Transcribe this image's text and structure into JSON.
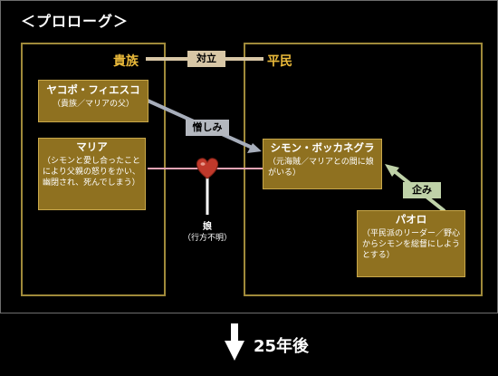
{
  "header": {
    "title": "＜プロローグ＞"
  },
  "groups": {
    "nobles": {
      "label": "貴族"
    },
    "commoners": {
      "label": "平民"
    }
  },
  "relations": {
    "conflict": "対立",
    "hatred": "憎しみ",
    "scheme": "企み"
  },
  "characters": {
    "jacopo": {
      "name": "ヤコポ・フィエスコ",
      "desc": "（貴族／マリアの父）"
    },
    "maria": {
      "name": "マリア",
      "desc": "（シモンと愛し合ったことにより父親の怒りをかい、幽閉され、死んでしまう）"
    },
    "simon": {
      "name": "シモン・ボッカネグラ",
      "desc": "（元海賊／マリアとの間に娘がいる）"
    },
    "paolo": {
      "name": "パオロ",
      "desc": "（平民派のリーダー／野心からシモンを総督にしようとする）"
    }
  },
  "daughter": {
    "name": "娘",
    "status": "（行方不明）"
  },
  "footer": {
    "text": "25年後"
  },
  "colors": {
    "gold": "#a08a3a",
    "box_fill": "#8f7120",
    "heart": "#c0392b"
  }
}
